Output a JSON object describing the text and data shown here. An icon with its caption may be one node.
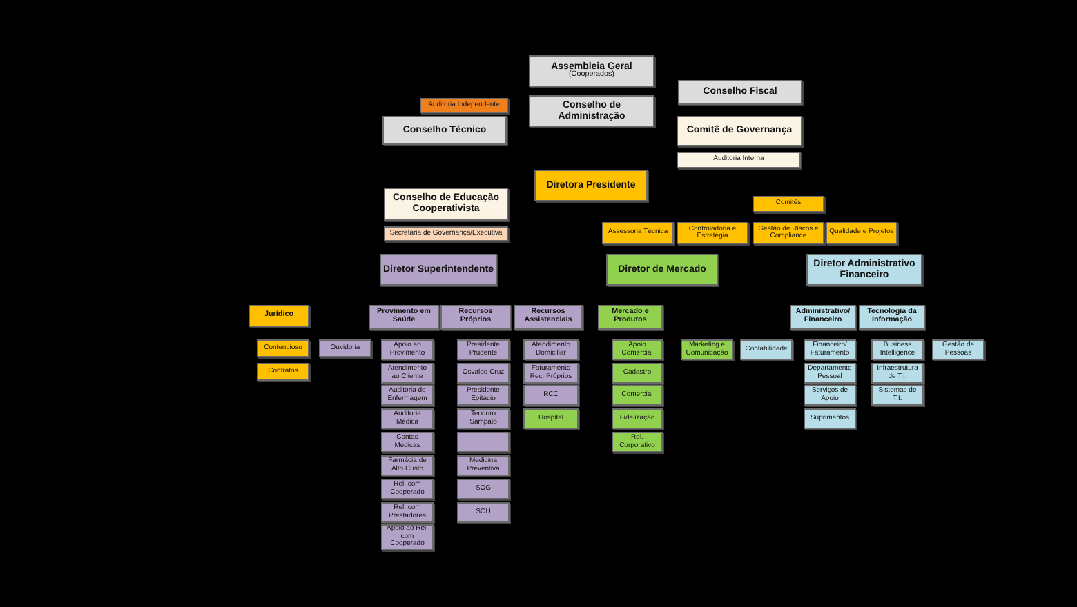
{
  "diagram": {
    "nodes": [
      {
        "text": [
          "Assembleia Geral",
          "(Cooperados)"
        ]
      },
      {
        "text": [
          "Conselho Fiscal"
        ]
      },
      {
        "text": [
          "Auditoria Independente"
        ]
      },
      {
        "text": [
          "Conselho de Administração"
        ]
      },
      {
        "text": [
          "Conselho Técnico"
        ]
      },
      {
        "text": [
          "Comitê de Governança"
        ]
      },
      {
        "text": [
          "Auditoria Interna"
        ]
      },
      {
        "text": [
          "Diretora Presidente"
        ]
      },
      {
        "text": [
          "Conselho de Educação Cooperativista"
        ]
      },
      {
        "text": [
          "Comitês"
        ]
      },
      {
        "text": [
          "Secretaria de Governança/Executiva"
        ]
      },
      {
        "text": [
          "Assessoria Técnica"
        ]
      },
      {
        "text": [
          "Controladoria e Estratégia"
        ]
      },
      {
        "text": [
          "Gestão de Riscos e Compliance"
        ]
      },
      {
        "text": [
          "Qualidade e Projetos"
        ]
      },
      {
        "text": [
          "Diretor Superintendente"
        ]
      },
      {
        "text": [
          "Diretor de Mercado"
        ]
      },
      {
        "text": [
          "Diretor Administrativo Financeiro"
        ]
      },
      {
        "text": [
          "Jurídico"
        ]
      },
      {
        "text": [
          "Provimento em Saúde"
        ]
      },
      {
        "text": [
          "Recursos Próprios"
        ]
      },
      {
        "text": [
          "Recursos Assistenciais"
        ]
      },
      {
        "text": [
          "Mercado e Produtos"
        ]
      },
      {
        "text": [
          "Administrativo/ Financeiro"
        ]
      },
      {
        "text": [
          "Tecnologia da Informação"
        ]
      },
      {
        "text": [
          "Contencioso"
        ]
      },
      {
        "text": [
          "Ouvidoria"
        ]
      },
      {
        "text": [
          "Contratos"
        ]
      },
      {
        "text": [
          "Apoio ao Provimento"
        ]
      },
      {
        "text": [
          "Atendimento ao Cliente"
        ]
      },
      {
        "text": [
          "Auditoria de Enfermagem"
        ]
      },
      {
        "text": [
          "Auditoria Médica"
        ]
      },
      {
        "text": [
          "Contas Médicas"
        ]
      },
      {
        "text": [
          "Farmácia de Alto Custo"
        ]
      },
      {
        "text": [
          "Rel. com Cooperado"
        ]
      },
      {
        "text": [
          "Rel. com Prestadores"
        ]
      },
      {
        "text": [
          "Apoio ao Rel. com Cooperado"
        ]
      },
      {
        "text": [
          "Presidente Prudente"
        ]
      },
      {
        "text": [
          "Osvaldo Cruz"
        ]
      },
      {
        "text": [
          "Presidente Epitácio"
        ]
      },
      {
        "text": [
          "Teodoro Sampaio"
        ]
      },
      {
        "text": [],
        "shape": "box"
      },
      {
        "text": [
          "Medicina Preventiva"
        ]
      },
      {
        "text": [
          "SOG"
        ]
      },
      {
        "text": [
          "SOU"
        ]
      },
      {
        "text": [
          "Atendimento Domiciliar"
        ]
      },
      {
        "text": [
          "Faturamento Rec. Próprios"
        ]
      },
      {
        "text": [
          "RCC"
        ]
      },
      {
        "text": [
          "Hospital"
        ]
      },
      {
        "text": [
          "Apoio Comercial"
        ]
      },
      {
        "text": [
          "Cadastro"
        ]
      },
      {
        "text": [
          "Comercial"
        ]
      },
      {
        "text": [
          "Fidelização"
        ]
      },
      {
        "text": [
          "Rel. Corporativo"
        ]
      },
      {
        "text": [
          "Marketing e Comunicação"
        ]
      },
      {
        "text": [
          "Contabilidade"
        ]
      },
      {
        "text": [
          "Financeiro/ Faturamento"
        ]
      },
      {
        "text": [
          "Departamento Pessoal"
        ]
      },
      {
        "text": [
          "Serviços de Apoio"
        ]
      },
      {
        "text": [
          "Suprimentos"
        ]
      },
      {
        "text": [
          "Business Intelligence"
        ]
      },
      {
        "text": [
          "Infraestrutura de T.I."
        ]
      },
      {
        "text": [
          "Sistemas de T.I."
        ]
      },
      {
        "text": [
          "Gestão de Pessoas"
        ]
      }
    ]
  }
}
